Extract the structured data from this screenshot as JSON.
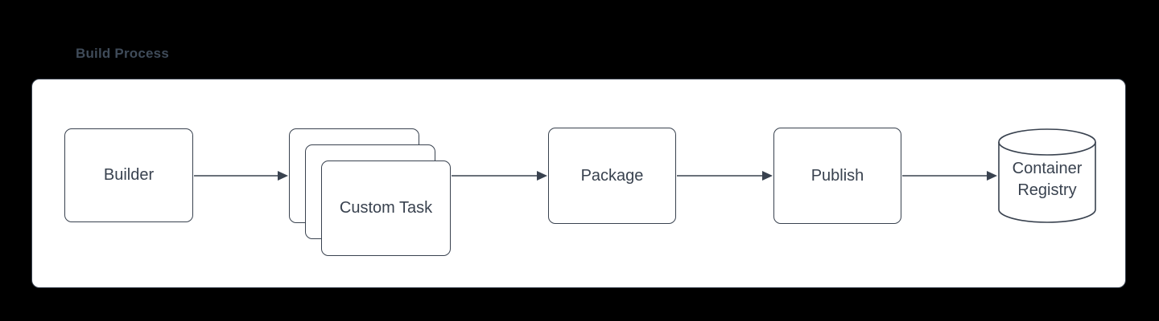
{
  "title": "Build Process",
  "colors": {
    "background": "#000000",
    "panel_fill": "#ffffff",
    "stroke": "#39424f",
    "text": "#39424f",
    "title_text": "#3f4b59"
  },
  "nodes": {
    "builder": {
      "label": "Builder",
      "shape": "rounded-rectangle"
    },
    "custom_task": {
      "label": "Custom Task",
      "shape": "stacked-rounded-rectangles",
      "stack_count": 3
    },
    "package": {
      "label": "Package",
      "shape": "rounded-rectangle"
    },
    "publish": {
      "label": "Publish",
      "shape": "rounded-rectangle"
    },
    "container_registry": {
      "label": "Container Registry",
      "shape": "cylinder"
    }
  },
  "connectors": [
    {
      "from": "builder",
      "to": "custom_task",
      "style": "solid-arrow"
    },
    {
      "from": "custom_task",
      "to": "package",
      "style": "solid-arrow"
    },
    {
      "from": "package",
      "to": "publish",
      "style": "solid-arrow"
    },
    {
      "from": "publish",
      "to": "container_registry",
      "style": "solid-arrow"
    }
  ]
}
